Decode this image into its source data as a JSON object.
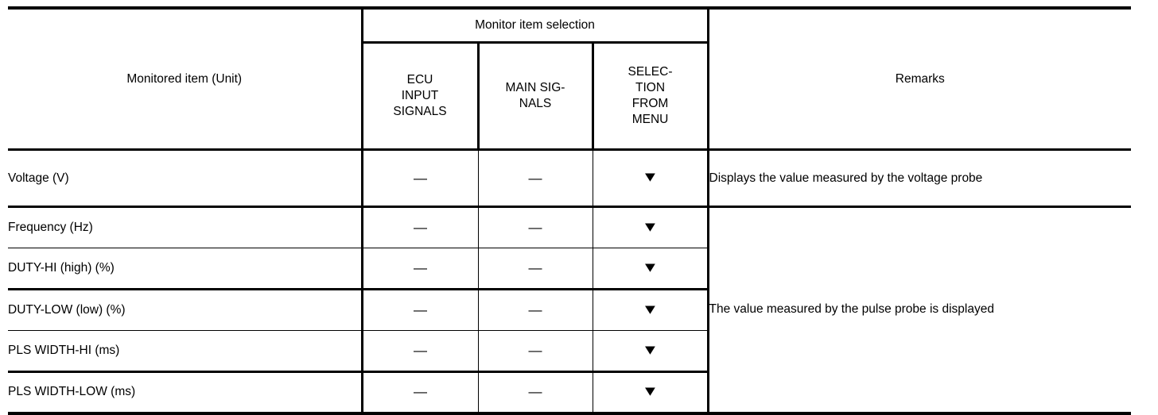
{
  "table": {
    "headers": {
      "monitored_item": "Monitored item (Unit)",
      "group": "Monitor item selection",
      "sub": [
        {
          "lines": [
            "ECU",
            "INPUT",
            "SIGNALS"
          ]
        },
        {
          "lines": [
            "MAIN SIG-",
            "NALS"
          ]
        },
        {
          "lines": [
            "SELEC-",
            "TION",
            "FROM",
            "MENU"
          ]
        }
      ],
      "remarks": "Remarks"
    },
    "symbols": {
      "not_available": "—",
      "available": "▼",
      "available_icon_name": "down-triangle-icon"
    },
    "rows": [
      {
        "item": "Voltage (V)",
        "ecu_input_signals": "—",
        "main_signals": "—",
        "selection_from_menu": "▼"
      },
      {
        "item": "Frequency (Hz)",
        "ecu_input_signals": "—",
        "main_signals": "—",
        "selection_from_menu": "▼"
      },
      {
        "item": "DUTY-HI (high) (%)",
        "ecu_input_signals": "—",
        "main_signals": "—",
        "selection_from_menu": "▼"
      },
      {
        "item": "DUTY-LOW (low) (%)",
        "ecu_input_signals": "—",
        "main_signals": "—",
        "selection_from_menu": "▼"
      },
      {
        "item": "PLS WIDTH-HI (ms)",
        "ecu_input_signals": "—",
        "main_signals": "—",
        "selection_from_menu": "▼"
      },
      {
        "item": "PLS WIDTH-LOW (ms)",
        "ecu_input_signals": "—",
        "main_signals": "—",
        "selection_from_menu": "▼"
      }
    ],
    "remarks": [
      {
        "text": "Displays the value measured by the voltage probe",
        "spans_rows": 1
      },
      {
        "text": "The value measured by the pulse probe is displayed",
        "spans_rows": 5
      }
    ]
  },
  "colors": {
    "rule": "#000000",
    "text": "#000000",
    "background": "#ffffff"
  }
}
